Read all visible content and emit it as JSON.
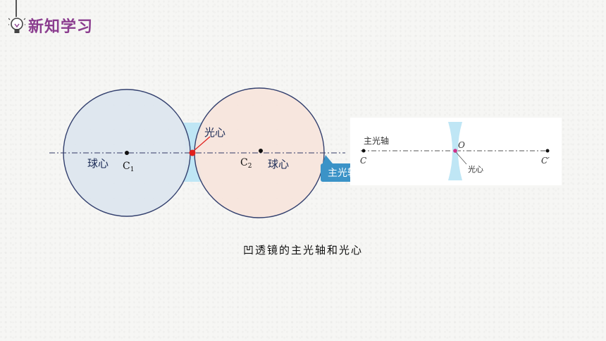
{
  "header": {
    "title": "新知学习"
  },
  "diagram": {
    "sphere_left": {
      "label": "球心",
      "center": "C1",
      "center_sub": "1"
    },
    "sphere_right": {
      "label": "球心",
      "center": "C2",
      "center_sub": "2"
    },
    "optical_center_label": "光心",
    "axis_callout": "主光轴"
  },
  "inset": {
    "axis_label": "主光轴",
    "left_point": "C",
    "center_point": "O",
    "right_point": "C′",
    "optical_center_label": "光心"
  },
  "caption": "凹透镜的主光轴和光心",
  "colors": {
    "header_purple": "#8b3d8f",
    "sphere_left_fill": "#dde6ee",
    "sphere_right_fill": "#f7e4dc",
    "lens_fill": "#bfe6f5",
    "callout_fill": "#3b93c7",
    "optical_center_dot": "#e0201c"
  }
}
